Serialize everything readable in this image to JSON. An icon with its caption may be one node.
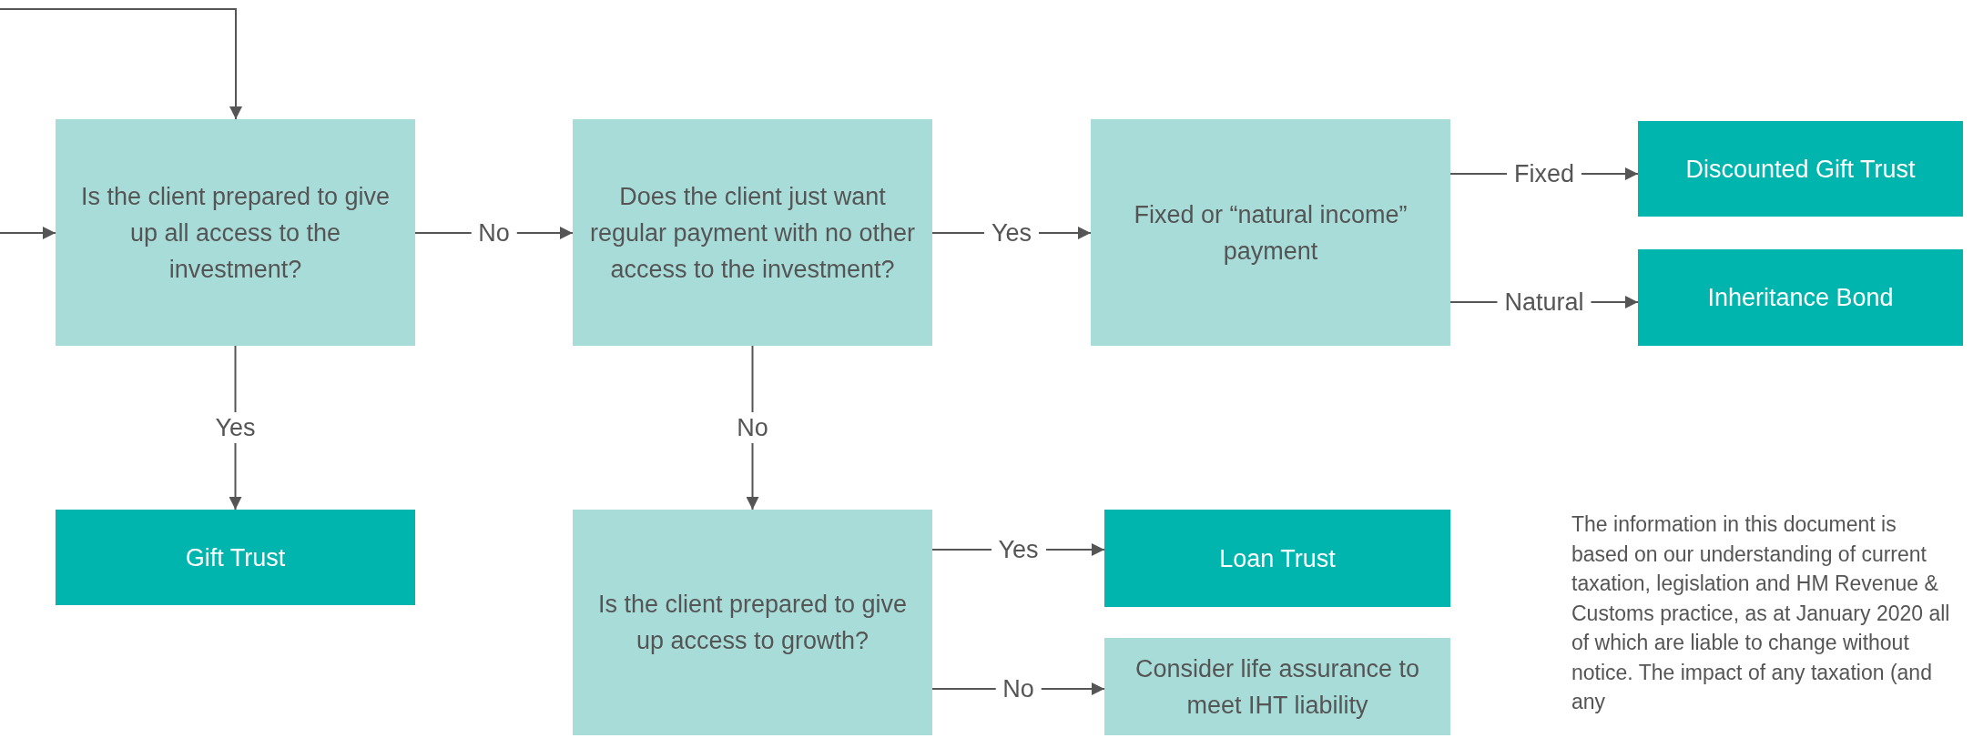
{
  "diagram": {
    "nodes": [
      {
        "text": [
          "Is the client prepared to give up all access to the investment?"
        ]
      },
      {
        "text": [
          "Does the client just want regular payment with no other access to the investment?"
        ]
      },
      {
        "text": [
          "Fixed or “natural income” payment"
        ]
      },
      {
        "text": [
          "Discounted Gift Trust"
        ]
      },
      {
        "text": [
          "Inheritance Bond"
        ]
      },
      {
        "text": [
          "Gift Trust"
        ]
      },
      {
        "text": [
          "Is the client prepared to give up access to growth?"
        ]
      },
      {
        "text": [
          "Loan Trust"
        ]
      },
      {
        "text": [
          "Consider life assurance to meet IHT liability"
        ]
      }
    ],
    "edges": [
      {
        "from": null,
        "to": 0,
        "arrow": "to"
      },
      {
        "from": null,
        "to": 0,
        "arrow": "to"
      },
      {
        "from": 0,
        "to": 1,
        "arrow": "to",
        "label": "No"
      },
      {
        "from": 0,
        "to": 5,
        "arrow": "to",
        "label": "Yes"
      },
      {
        "from": 1,
        "to": 2,
        "arrow": "to",
        "label": "Yes"
      },
      {
        "from": 1,
        "to": 6,
        "arrow": "to",
        "label": "No"
      },
      {
        "from": 2,
        "to": 3,
        "arrow": "to",
        "label": "Fixed"
      },
      {
        "from": 2,
        "to": 4,
        "arrow": "to",
        "label": "Natural"
      },
      {
        "from": 6,
        "to": 7,
        "arrow": "to",
        "label": "Yes"
      },
      {
        "from": 6,
        "to": 8,
        "arrow": "to",
        "label": "No"
      }
    ],
    "labels": [
      "The information in this document is based on our understanding of current taxation, legislation and HM Revenue & Customs practice, as at January 2020 all of which are liable to change without notice. The impact of any taxation (and any"
    ]
  }
}
